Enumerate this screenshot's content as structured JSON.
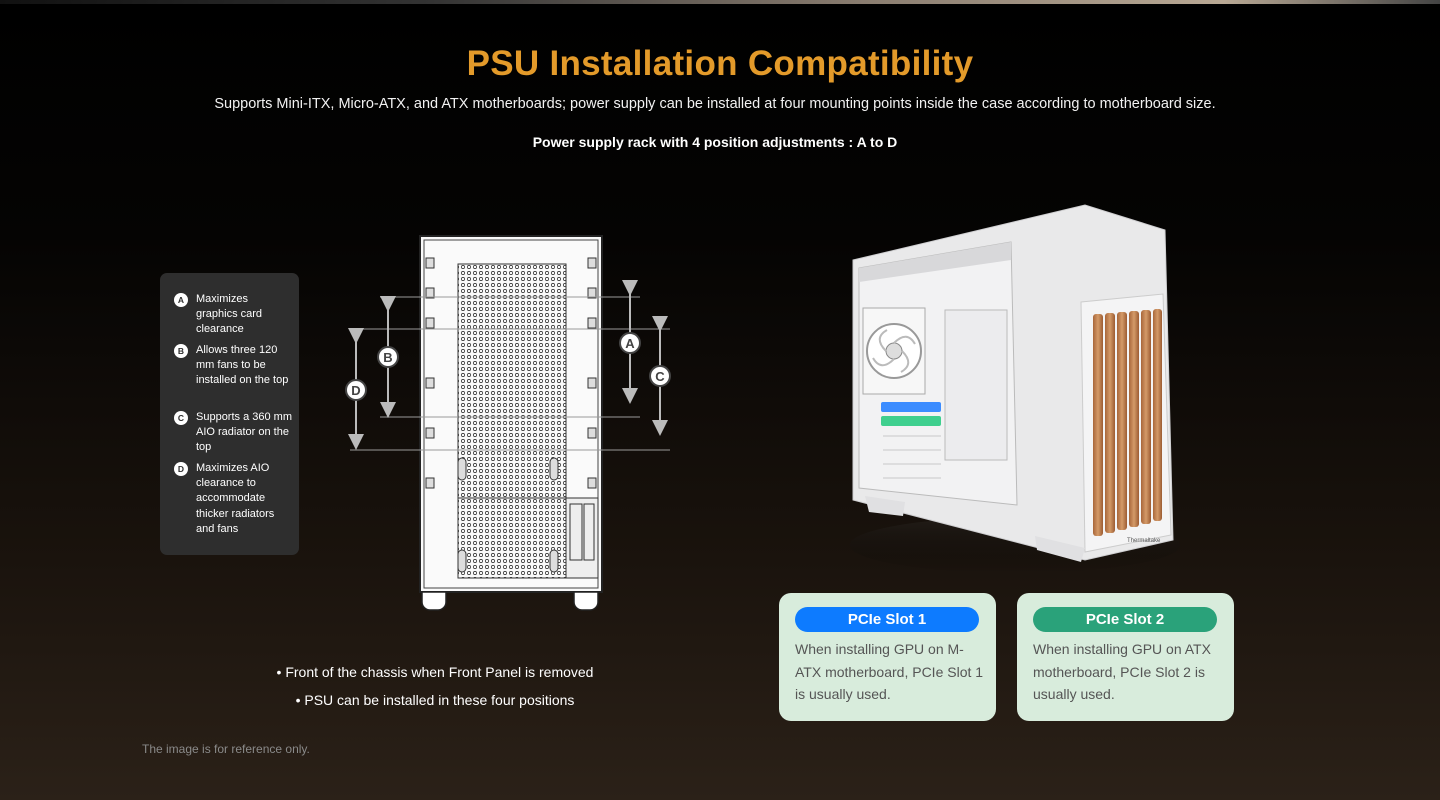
{
  "header": {
    "title": "PSU Installation Compatibility",
    "subtitle": "Supports Mini-ITX, Micro-ATX, and ATX motherboards; power supply can be installed at four mounting points inside the case according to motherboard size.",
    "subhead": "Power supply rack with 4 position adjustments : A to D"
  },
  "legend": {
    "items": [
      {
        "badge": "A",
        "text": "Maximizes graphics card clearance"
      },
      {
        "badge": "B",
        "text": "Allows three 120 mm fans to be installed on the top"
      },
      {
        "badge": "C",
        "text": "Supports a 360 mm AIO radiator on the top"
      },
      {
        "badge": "D",
        "text": "Maximizes AIO clearance to accommodate thicker radiators and fans"
      }
    ]
  },
  "diagram": {
    "markers": {
      "a": "A",
      "b": "B",
      "c": "C",
      "d": "D"
    }
  },
  "captions": {
    "line1": "• Front of the chassis when Front Panel is removed",
    "line2": "• PSU can be installed in these four positions"
  },
  "note": "The image is for reference only.",
  "case_image": {
    "logo": "Thermaltake"
  },
  "pcie": [
    {
      "title": "PCIe Slot 1",
      "body": "When installing GPU on M-ATX motherboard, PCIe Slot 1 is usually used.",
      "color": "#0d7bff"
    },
    {
      "title": "PCIe Slot 2",
      "body": "When installing GPU on ATX motherboard, PCIe Slot 2 is usually used.",
      "color": "#2aa27a"
    }
  ],
  "colors": {
    "title": "#e39a2a",
    "legend_bg": "#2e2e2e",
    "card_bg": "#d8ecdc"
  }
}
